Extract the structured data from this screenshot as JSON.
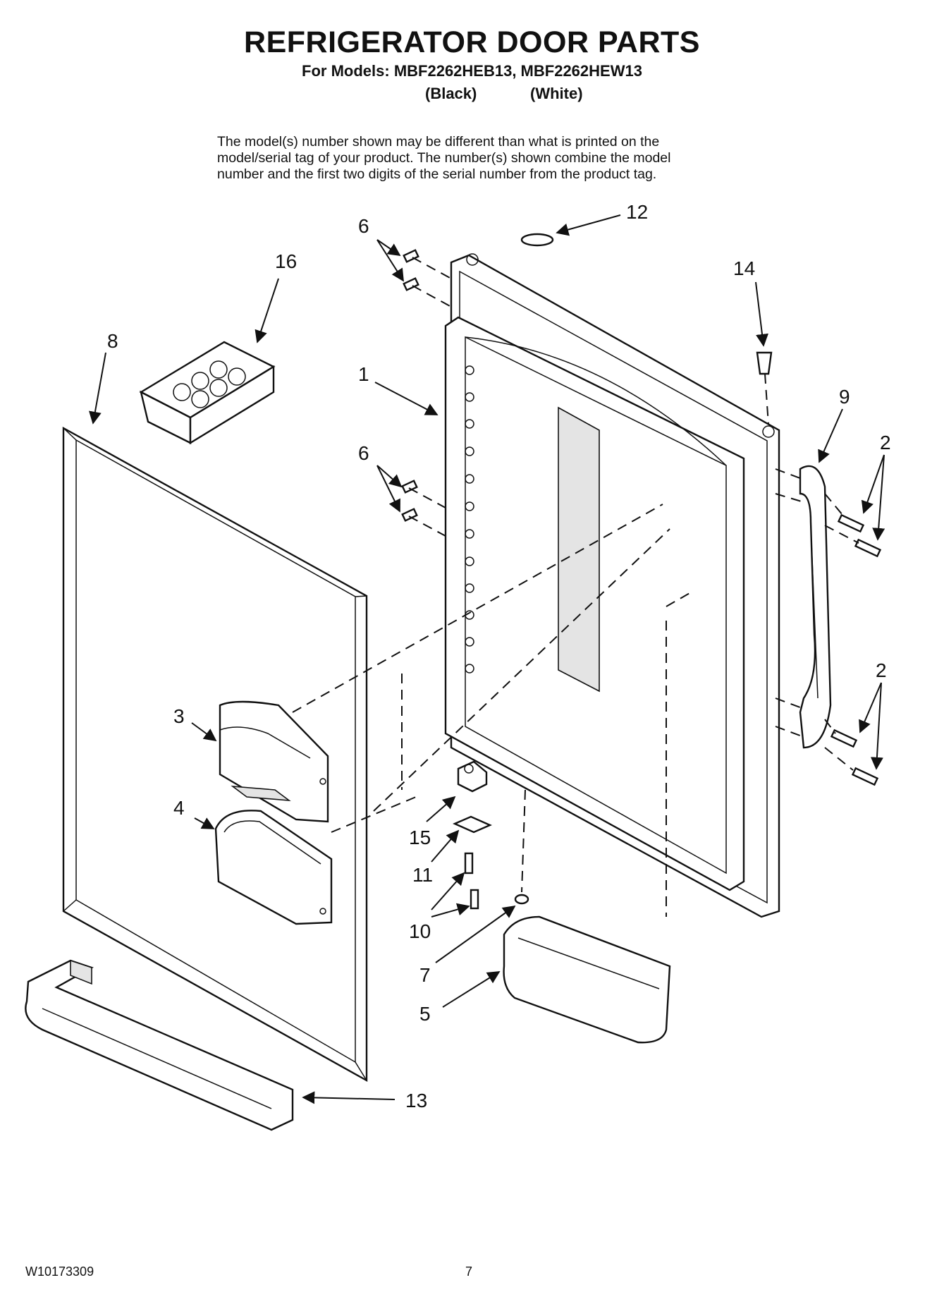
{
  "header": {
    "title": "REFRIGERATOR DOOR PARTS",
    "models_line": "For Models: MBF2262HEB13, MBF2262HEW13",
    "variant_black": "(Black)",
    "variant_white": "(White)"
  },
  "note": {
    "line1": "The model(s) number shown may be different than what is printed on the",
    "line2": "model/serial tag of your product. The number(s) shown combine the model",
    "line3": "number and the first two digits of the serial number from the product tag."
  },
  "callouts": {
    "c1": "1",
    "c2a": "2",
    "c2b": "2",
    "c3": "3",
    "c4": "4",
    "c5": "5",
    "c6a": "6",
    "c6b": "6",
    "c7": "7",
    "c8": "8",
    "c9": "9",
    "c10": "10",
    "c11": "11",
    "c12": "12",
    "c13": "13",
    "c14": "14",
    "c15": "15",
    "c16": "16"
  },
  "footer": {
    "doc_number": "W10173309",
    "page_number": "7"
  }
}
